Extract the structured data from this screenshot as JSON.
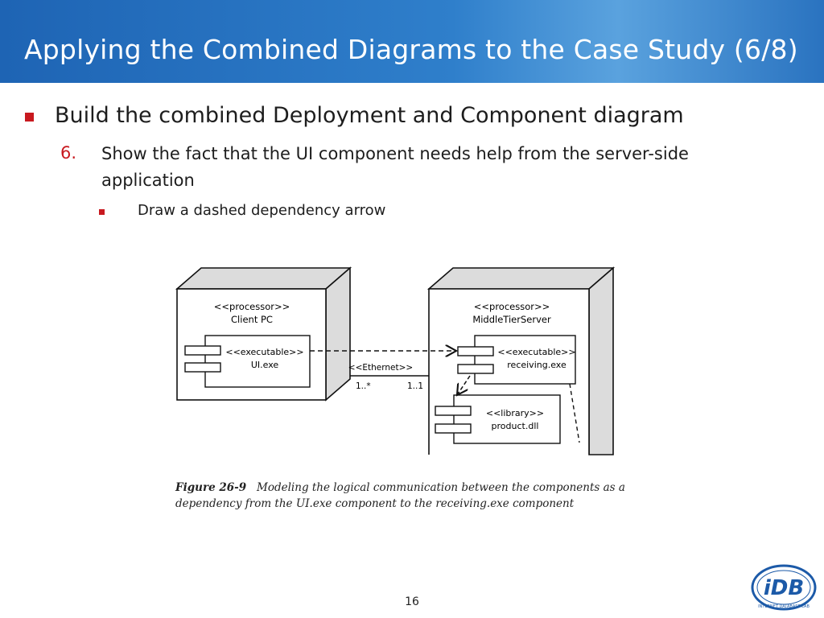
{
  "slide": {
    "title": "Applying the Combined Diagrams to the Case Study (6/8)",
    "bullet_level1": "Build the combined Deployment and Component diagram",
    "numbered_marker": "6.",
    "numbered_text": "Show the fact that the UI component needs help from the server-side application",
    "bullet_level3": "Draw a dashed dependency arrow",
    "page_number": "16"
  },
  "colors": {
    "title_bar": "#2a73c0",
    "bullet": "#c8191f",
    "logo": "#1c5aa8"
  },
  "diagram": {
    "client_node": {
      "stereotype": "<<processor>>",
      "name": "Client PC"
    },
    "ui_component": {
      "stereotype": "<<executable>>",
      "name": "UI.exe"
    },
    "server_node": {
      "stereotype": "<<processor>>",
      "name": "MiddleTierServer"
    },
    "receiving_component": {
      "stereotype": "<<executable>>",
      "name": "receiving.exe"
    },
    "product_component": {
      "stereotype": "<<library>>",
      "name": "product.dll"
    },
    "link": {
      "stereotype": "<<Ethernet>>",
      "left_multiplicity": "1..*",
      "right_multiplicity": "1..1"
    }
  },
  "figure": {
    "label": "Figure 26-9",
    "caption": "Modeling the logical communication between the components as a dependency from the UI.exe component to the receiving.exe component"
  },
  "logo": {
    "text": "iDB",
    "ring_text": "INTERNET DATABASE LAB"
  }
}
